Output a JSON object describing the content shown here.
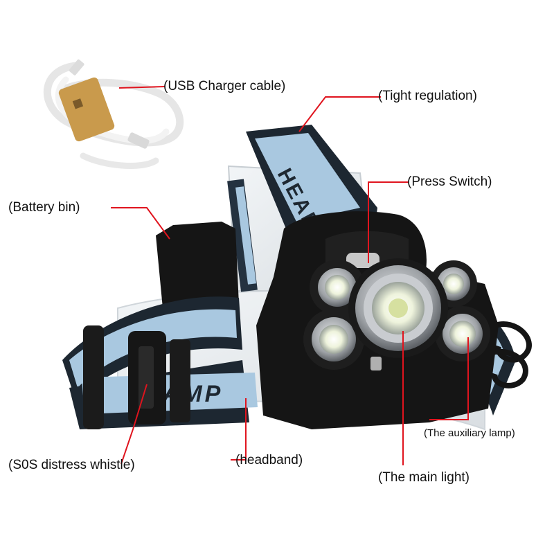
{
  "colors": {
    "callout_line": "#e0141e",
    "strap_dark": "#1d2731",
    "strap_light": "#a9c8e0",
    "body_black": "#151515",
    "metal": "#b9bcc0",
    "led": "#f4f7e8",
    "cable": "#ececec",
    "cable_sleeve": "#c99a4c"
  },
  "labels": {
    "usb": "(USB Charger cable)",
    "tight": "(Tight regulation)",
    "press": "(Press Switch)",
    "battery": "(Battery bin)",
    "sos": "(S0S distress whistle)",
    "headband": "(headband)",
    "auxiliary": "(The auxiliary lamp)",
    "main": "(The main light)"
  },
  "strap_text": [
    "HEAD",
    "LAMP"
  ]
}
